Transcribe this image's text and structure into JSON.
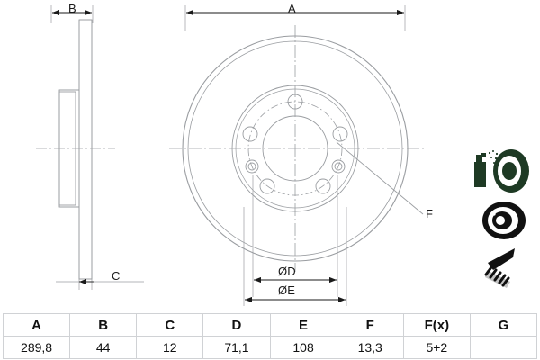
{
  "drawing": {
    "title": "Brake disc technical drawing",
    "dimension_labels": {
      "A": "A",
      "B": "B",
      "C": "C",
      "F": "F",
      "D_diameter": "ØD",
      "E_diameter": "ØE"
    },
    "views": {
      "side_view_name": "side-section-view",
      "front_view_name": "front-face-view"
    },
    "icons": [
      {
        "name": "spray-can-and-disc-icon",
        "label": "spray-can-disc"
      },
      {
        "name": "brake-disc-icon",
        "label": "brake-disc"
      },
      {
        "name": "countersunk-screw-icon",
        "label": "screw"
      }
    ],
    "colors": {
      "line": "#8a8d91",
      "dark_line": "#6b6e72",
      "text": "#1a1a1a",
      "icon_dark": "#1e3a24",
      "table_border": "#d0d2d5"
    }
  },
  "spec_table": {
    "headers": [
      "A",
      "B",
      "C",
      "D",
      "E",
      "F",
      "F(x)",
      "G"
    ],
    "values": [
      "289,8",
      "44",
      "12",
      "71,1",
      "108",
      "13,3",
      "5+2",
      ""
    ]
  }
}
